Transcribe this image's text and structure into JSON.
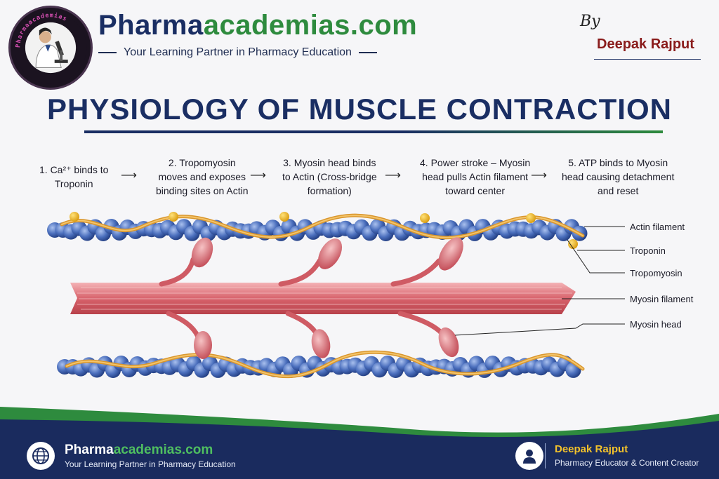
{
  "header": {
    "logo_ring_text": "Pharmaacademias",
    "brand_part1": "Pharma",
    "brand_part2": "academias.com",
    "tagline": "Your Learning Partner in Pharmacy Education",
    "by": "By",
    "author": "Deepak Rajput"
  },
  "title": "PHYSIOLOGY OF MUSCLE CONTRACTION",
  "steps": [
    {
      "line1": "1. Ca²⁺ binds to",
      "line2": "Troponin",
      "line3": ""
    },
    {
      "line1": "2. Tropomyosin",
      "line2": "moves and exposes",
      "line3": "binding sites on Actin"
    },
    {
      "line1": "3. Myosin head binds",
      "line2": "to Actin (Cross-bridge",
      "line3": "formation)"
    },
    {
      "line1": "4. Power stroke – Myosin",
      "line2": "head pulls Actin filament",
      "line3": "toward center"
    },
    {
      "line1": "5. ATP binds to Myosin",
      "line2": "head causing detachment",
      "line3": "and reset"
    }
  ],
  "arrow_glyph": "⟶",
  "diagram_labels": {
    "actin": "Actin filament",
    "troponin": "Troponin",
    "tropomyosin": "Tropomyosin",
    "myosin_filament": "Myosin filament",
    "myosin_head": "Myosin head"
  },
  "colors": {
    "navy": "#1a2e63",
    "green": "#2e8b3e",
    "actin_bead": "#3e63b3",
    "tropomyosin": "#d9962d",
    "troponin": "#f2b41c",
    "myosin": "#d9666e",
    "footer_bg": "#1a2b5e"
  },
  "footer": {
    "brand_part1": "Pharma",
    "brand_part2": "academias.com",
    "tagline": "Your Learning Partner in Pharmacy Education",
    "name": "Deepak Rajput",
    "role": "Pharmacy Educator & Content Creator",
    "left_icon": "globe-icon",
    "right_icon": "person-icon"
  }
}
